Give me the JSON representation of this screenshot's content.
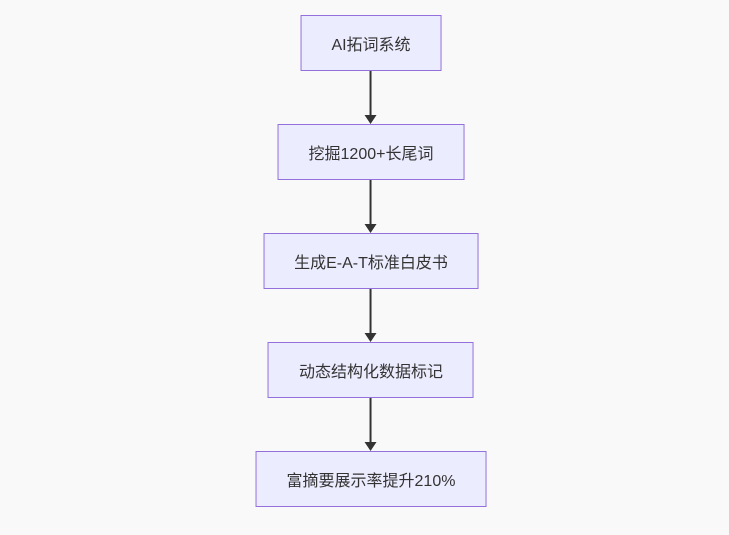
{
  "diagram": {
    "type": "flowchart",
    "direction": "top-down",
    "nodes": [
      {
        "id": "n1",
        "label": "AI拓词系统"
      },
      {
        "id": "n2",
        "label": "挖掘1200+长尾词"
      },
      {
        "id": "n3",
        "label": "生成E-A-T标准白皮书"
      },
      {
        "id": "n4",
        "label": "动态结构化数据标记"
      },
      {
        "id": "n5",
        "label": "富摘要展示率提升210%"
      }
    ],
    "edges": [
      {
        "from": "n1",
        "to": "n2"
      },
      {
        "from": "n2",
        "to": "n3"
      },
      {
        "from": "n3",
        "to": "n4"
      },
      {
        "from": "n4",
        "to": "n5"
      }
    ],
    "colors": {
      "background": "#f9f9f9",
      "node_fill": "#ececff",
      "node_border": "#9370db",
      "node_text": "#333333",
      "arrow": "#333333"
    }
  }
}
